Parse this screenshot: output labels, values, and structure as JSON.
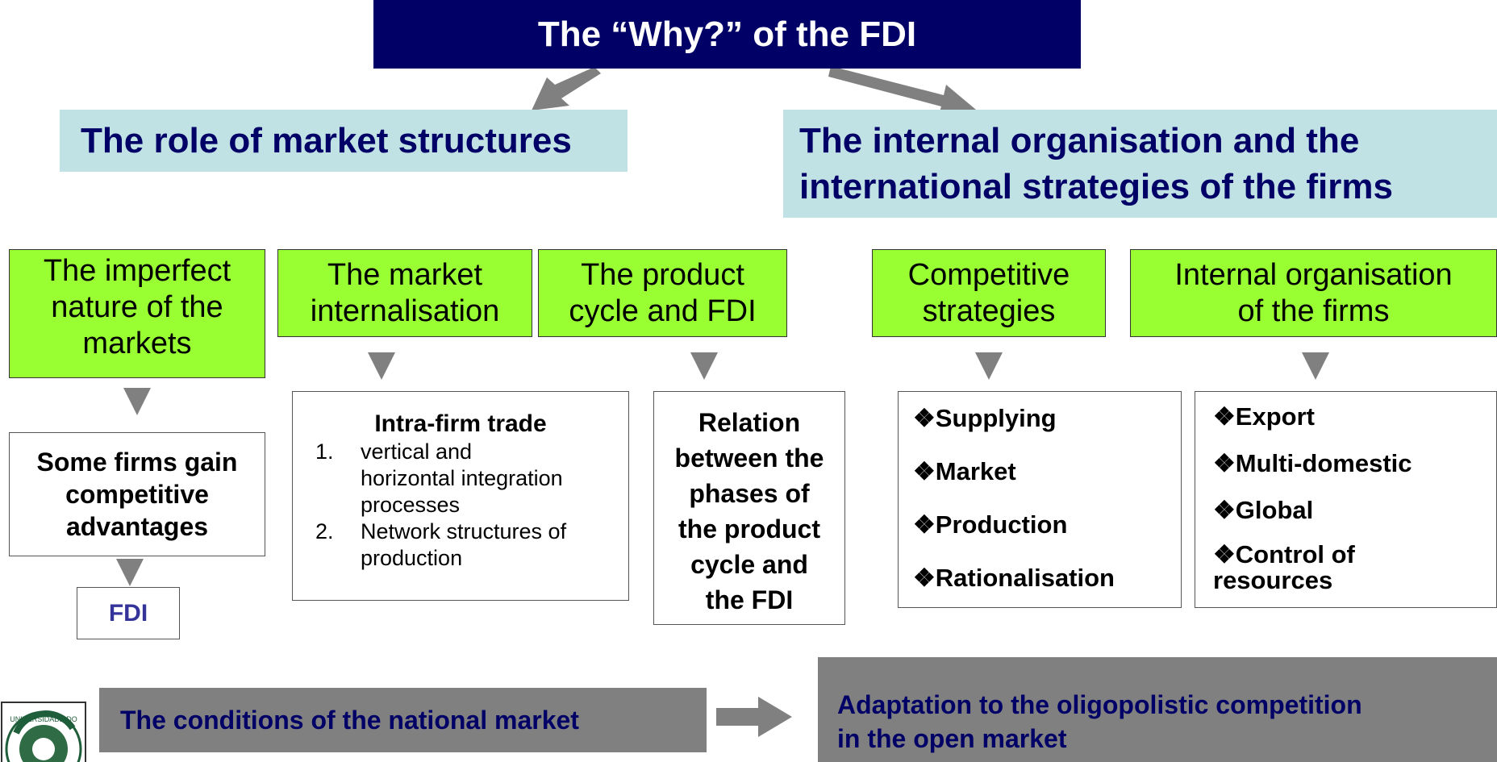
{
  "title": "The “Why?” of the FDI",
  "headers": {
    "left": "The role of market structures",
    "right_line1": "The internal organisation and the",
    "right_line2": "international strategies of the firms"
  },
  "categories": {
    "imperfect": [
      "The imperfect",
      "nature of the",
      "markets"
    ],
    "internalisation": [
      "The market",
      "internalisation"
    ],
    "product_cycle": [
      "The product",
      "cycle and FDI"
    ],
    "competitive": [
      "Competitive",
      "strategies"
    ],
    "internal_org": [
      "Internal organisation",
      "of the firms"
    ]
  },
  "outcomes": {
    "advantages": [
      "Some firms gain",
      "competitive",
      "advantages"
    ],
    "fdi": "FDI",
    "intra_firm": {
      "heading": "Intra-firm trade",
      "items": [
        {
          "num": "1.",
          "lines": [
            "vertical and",
            "horizontal integration",
            "processes"
          ]
        },
        {
          "num": "2.",
          "lines": [
            "Network structures of",
            "production"
          ]
        }
      ]
    },
    "relation": [
      "Relation",
      "between the",
      "phases of",
      "the product",
      "cycle and",
      "the FDI"
    ],
    "strategies": [
      "Supplying",
      "Market",
      "Production",
      "Rationalisation"
    ],
    "org_types": [
      "Export",
      "Multi-domestic",
      "Global",
      "Control of",
      "resources"
    ]
  },
  "bullet_glyph": "❖",
  "bottom": {
    "conditions": "The conditions of the national market",
    "adaptation_line1": "Adaptation to the oligopolistic competition",
    "adaptation_line2": "in the open market"
  },
  "logo_text": "UNIVERSIDADE DO",
  "colors": {
    "navy": "#000066",
    "teal": "#c0e2e4",
    "green": "#99ff33",
    "grey": "#808080",
    "fdi_text": "#333399"
  }
}
